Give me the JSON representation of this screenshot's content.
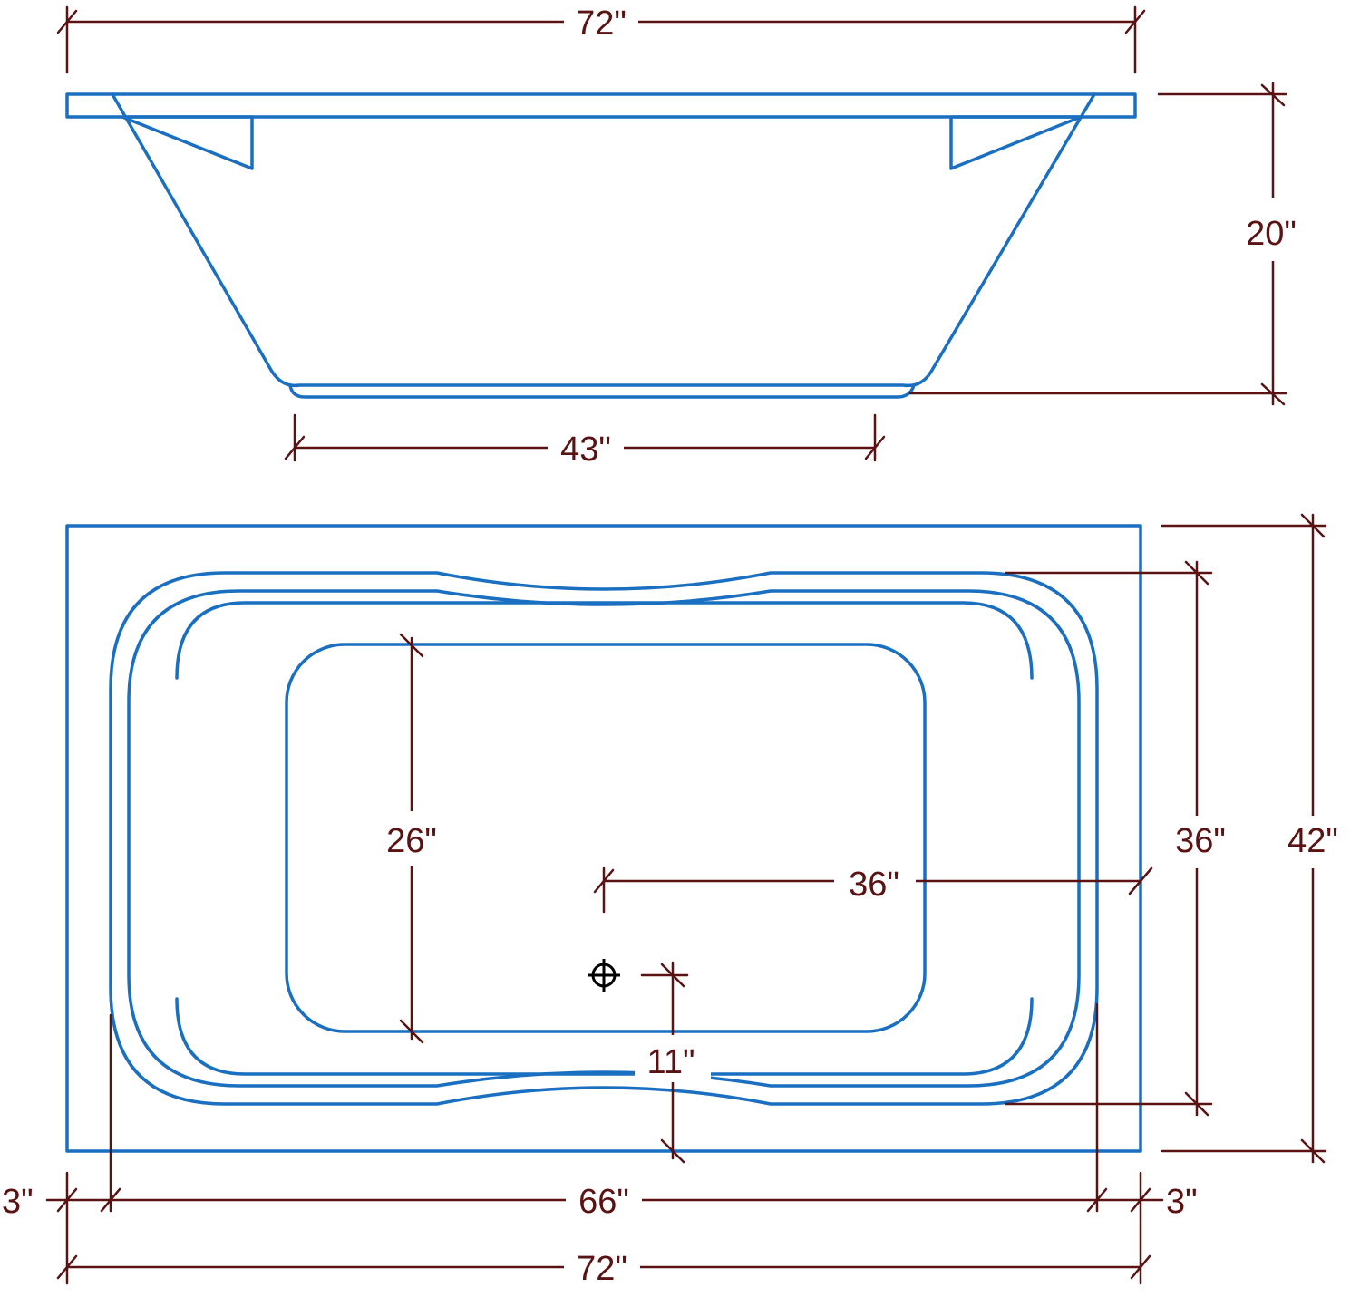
{
  "colors": {
    "tub_outline": "#1a6fc0",
    "dimension": "#5a1212",
    "drain": "#000000",
    "background": "#ffffff"
  },
  "side_view": {
    "overall_length": "72\"",
    "height": "20\"",
    "bottom_length": "43\""
  },
  "top_view": {
    "inner_floor_width": "26\"",
    "drain_to_end": "36\"",
    "drain_offset": "11\"",
    "rim_width": "36\"",
    "overall_width": "42\"",
    "left_deck": "3\"",
    "inner_length": "66\"",
    "right_deck": "3\"",
    "overall_length": "72\"",
    "drain_icon": "drain-crosshair-icon"
  }
}
